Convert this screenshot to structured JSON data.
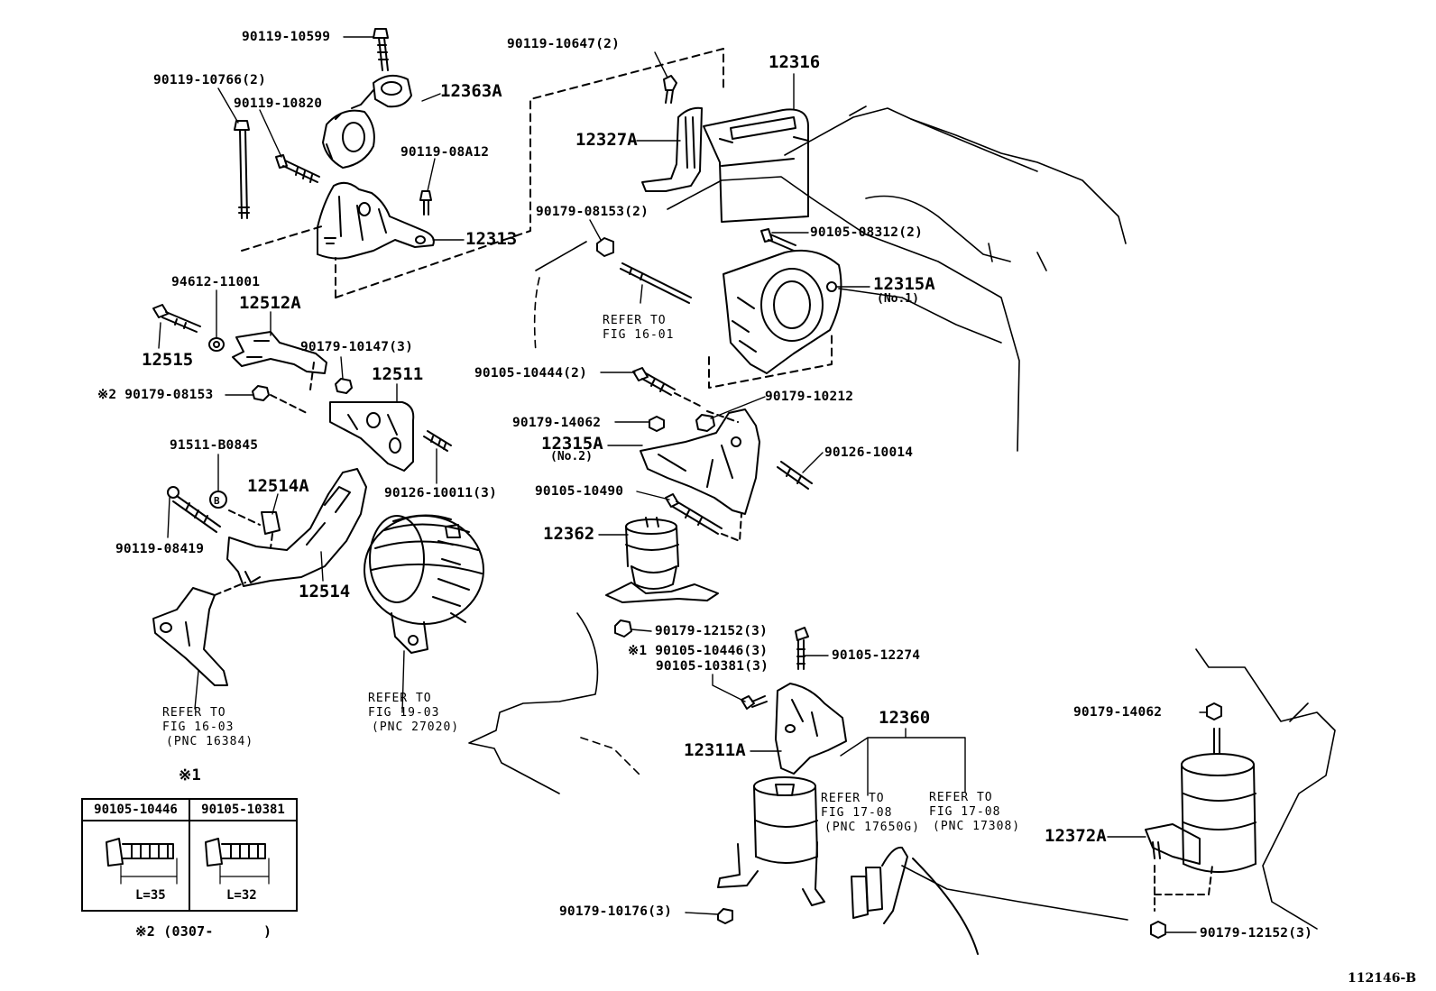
{
  "diagram_id": "112146-B",
  "labels": {
    "p90119_10599": "90119-10599",
    "p90119_10766": "90119-10766(2)",
    "p90119_10820": "90119-10820",
    "p12363A": "12363A",
    "p90119_08A12": "90119-08A12",
    "p12313": "12313",
    "p94612_11001": "94612-11001",
    "p12512A": "12512A",
    "p12515": "12515",
    "p90179_10147": "90179-10147(3)",
    "p12511": "12511",
    "p90179_08153_b": "※2 90179-08153",
    "p91511_B0845": "91511-B0845",
    "p12514A": "12514A",
    "p90119_08419": "90119-08419",
    "p12514": "12514",
    "p90126_10011": "90126-10011(3)",
    "p90119_10647": "90119-10647(2)",
    "p12316": "12316",
    "p12327A": "12327A",
    "p90179_08153_a": "90179-08153(2)",
    "p90105_08312": "90105-08312(2)",
    "p12315A_1": "12315A",
    "p12315A_1_sub": "(No.1)",
    "p90105_10444": "90105-10444(2)",
    "p90179_10212": "90179-10212",
    "p90179_14062_a": "90179-14062",
    "p12315A_2": "12315A",
    "p12315A_2_sub": "(No.2)",
    "p90126_10014": "90126-10014",
    "p90105_10490": "90105-10490",
    "p12362": "12362",
    "p90179_12152_a": "90179-12152(3)",
    "p90105_10446": "※1 90105-10446(3)",
    "p90105_10381": "90105-10381(3)",
    "p90105_12274": "90105-12274",
    "p12360": "12360",
    "p12311A": "12311A",
    "p90179_10176": "90179-10176(3)",
    "p90179_14062_b": "90179-14062",
    "p12372A": "12372A",
    "p90179_12152_b": "90179-12152(3)",
    "mark1": "※1",
    "mark2": "※2 (0307-      )"
  },
  "references": {
    "fig16_01": [
      "REFER TO",
      "FIG 16-01"
    ],
    "fig16_03": [
      "REFER TO",
      "FIG 16-03",
      "(PNC 16384)"
    ],
    "fig19_03": [
      "REFER TO",
      "FIG 19-03",
      "(PNC 27020)"
    ],
    "fig17_08a": [
      "REFER TO",
      "FIG 17-08",
      "(PNC 17650G)"
    ],
    "fig17_08b": [
      "REFER TO",
      "FIG 17-08",
      "(PNC 17308)"
    ]
  },
  "note_table": {
    "col1_part": "90105-10446",
    "col2_part": "90105-10381",
    "col1_length": "L=35",
    "col2_length": "L=32"
  }
}
